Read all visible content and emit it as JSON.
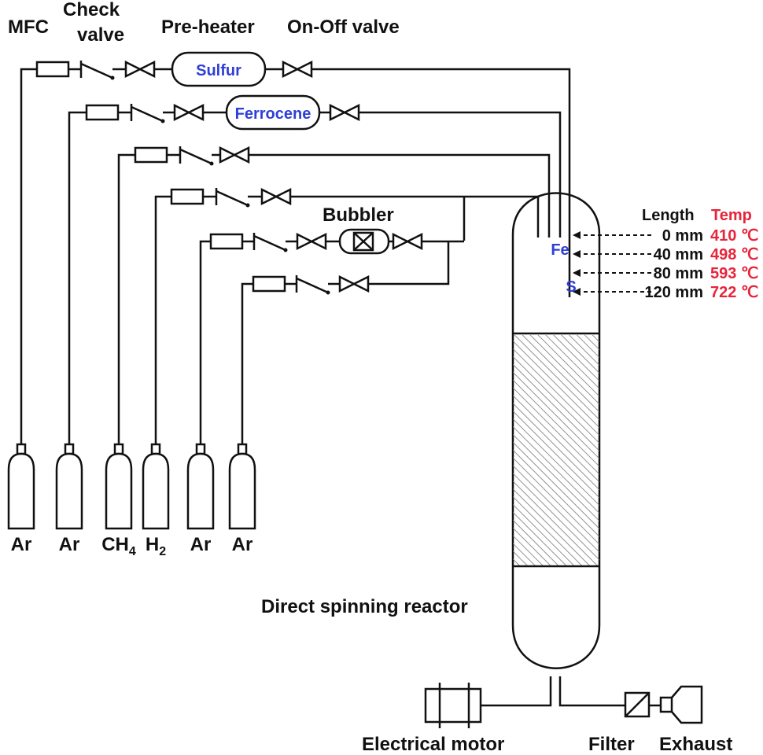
{
  "headers": {
    "mfc": "MFC",
    "check_valve_line1": "Check",
    "check_valve_line2": "valve",
    "pre_heater": "Pre-heater",
    "on_off_valve": "On-Off valve"
  },
  "preheaters": {
    "sulfur": "Sulfur",
    "ferrocene": "Ferrocene"
  },
  "bubbler_label": "Bubbler",
  "injectors": {
    "fe": "Fe",
    "s": "S"
  },
  "temperature_table": {
    "length_header": "Length",
    "temp_header": "Temp",
    "rows": [
      {
        "length": "0 mm",
        "temp": "410 ℃"
      },
      {
        "length": "40 mm",
        "temp": "498 ℃"
      },
      {
        "length": "80 mm",
        "temp": "593 ℃"
      },
      {
        "length": "120 mm",
        "temp": "722 ℃"
      }
    ]
  },
  "cylinders": [
    {
      "gas": "Ar"
    },
    {
      "gas": "Ar"
    },
    {
      "gas": "CH",
      "sub": "4"
    },
    {
      "gas": "H",
      "sub": "2"
    },
    {
      "gas": "Ar"
    },
    {
      "gas": "Ar"
    }
  ],
  "reactor_label": "Direct spinning reactor",
  "bottom_labels": {
    "motor": "Electrical motor",
    "filter": "Filter",
    "exhaust": "Exhaust"
  },
  "colors": {
    "line": "#111111",
    "accent_blue": "#2f3fd6",
    "accent_red": "#e8243a",
    "hatch": "#777777"
  }
}
